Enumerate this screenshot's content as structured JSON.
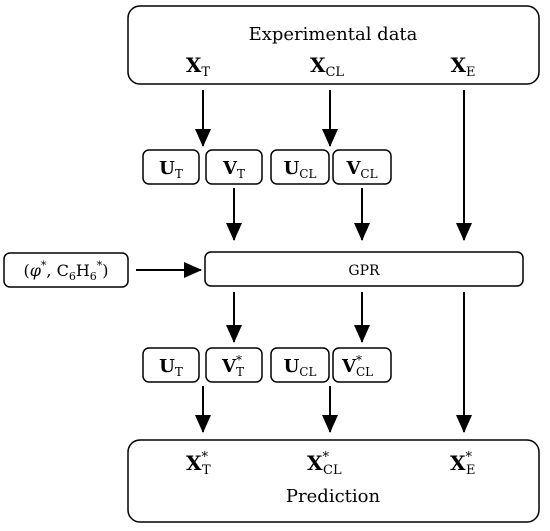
{
  "top_box": {
    "title": "Experimental data",
    "vars": [
      {
        "base": "X",
        "sub": "T",
        "sup": ""
      },
      {
        "base": "X",
        "sub": "CL",
        "sup": ""
      },
      {
        "base": "X",
        "sub": "E",
        "sup": ""
      }
    ]
  },
  "upper_boxes": [
    {
      "base": "U",
      "sub": "T",
      "sup": ""
    },
    {
      "base": "V",
      "sub": "T",
      "sup": ""
    },
    {
      "base": "U",
      "sub": "CL",
      "sup": ""
    },
    {
      "base": "V",
      "sub": "CL",
      "sup": ""
    }
  ],
  "input_box": {
    "open": "(",
    "phi": "φ",
    "star1": "*",
    "comma": ", ",
    "c": "C",
    "sub6a": "6",
    "h": "H",
    "sub6b": "6",
    "star2": "*",
    "close": ")"
  },
  "gpr_box": {
    "label": "GPR"
  },
  "lower_boxes": [
    {
      "base": "U",
      "sub": "T",
      "sup": ""
    },
    {
      "base": "V",
      "sub": "T",
      "sup": "*"
    },
    {
      "base": "U",
      "sub": "CL",
      "sup": ""
    },
    {
      "base": "V",
      "sub": "CL",
      "sup": "*"
    }
  ],
  "bottom_box": {
    "title": "Prediction",
    "vars": [
      {
        "base": "X",
        "sub": "T",
        "sup": "*"
      },
      {
        "base": "X",
        "sub": "CL",
        "sup": "*"
      },
      {
        "base": "X",
        "sub": "E",
        "sup": "*"
      }
    ]
  }
}
